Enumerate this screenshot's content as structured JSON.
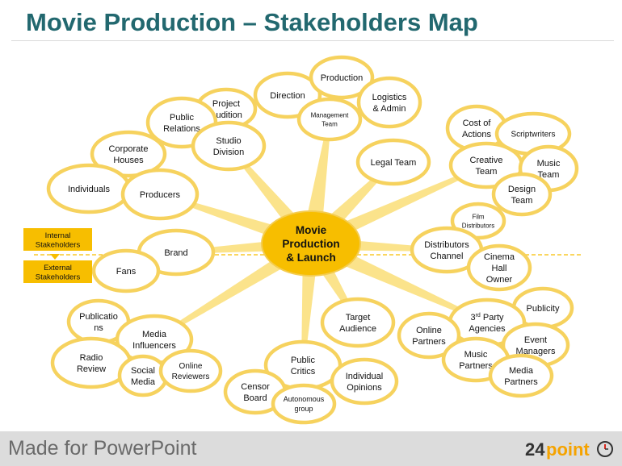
{
  "title": "Movie Production – Stakeholders Map",
  "footer": {
    "text": "Made for PowerPoint",
    "logo_number": "24",
    "logo_word": "point"
  },
  "colors": {
    "title": "#22686f",
    "oval_border": "#f6d25e",
    "spoke": "#fbe38b",
    "center_fill": "#f7be00",
    "label_box": "#f7be00",
    "divider": "#f7be00",
    "footer_bg": "#dcdcdc",
    "logo_orange": "#f5a300"
  },
  "center": {
    "lines": [
      "Movie",
      "Production",
      "& Launch"
    ]
  },
  "side_labels": {
    "internal": [
      "Internal",
      "Stakeholders"
    ],
    "external": [
      "External",
      "Stakeholders"
    ]
  },
  "nodes": {
    "direction": [
      "Direction"
    ],
    "production": [
      "Production"
    ],
    "logistics_admin": [
      "Logistics",
      "& Admin"
    ],
    "management_team": [
      "Management",
      "Team"
    ],
    "project_audition": [
      "Project",
      "Audition"
    ],
    "public_relations": [
      "Public",
      "Relations"
    ],
    "studio_division": [
      "Studio",
      "Division"
    ],
    "corporate_houses": [
      "Corporate",
      "Houses"
    ],
    "individuals": [
      "Individuals"
    ],
    "producers": [
      "Producers"
    ],
    "legal_team": [
      "Legal Team"
    ],
    "cost_of_actions": [
      "Cost of",
      "Actions"
    ],
    "scriptwriters": [
      "Scriptwriters"
    ],
    "creative_team": [
      "Creative",
      "Team"
    ],
    "music_team": [
      "Music",
      "Team"
    ],
    "design_team": [
      "Design",
      "Team"
    ],
    "film_distributors": [
      "Film",
      "Distributors"
    ],
    "distributors_channel": [
      "Distributors",
      "Channel"
    ],
    "cinema_hall_owner": [
      "Cinema",
      "Hall",
      "Owner"
    ],
    "brand": [
      "Brand"
    ],
    "fans": [
      "Fans"
    ],
    "publications": [
      "Publicatio",
      "ns"
    ],
    "media_influencers": [
      "Media",
      "Influencers"
    ],
    "radio_review": [
      "Radio",
      "Review"
    ],
    "social_media": [
      "Social",
      "Media"
    ],
    "online_reviewers": [
      "Online",
      "Reviewers"
    ],
    "public_critics": [
      "Public",
      "Critics"
    ],
    "individual_opinions": [
      "Individual",
      "Opinions"
    ],
    "censor_board": [
      "Censor",
      "Board"
    ],
    "autonomous_group": [
      "Autonomous",
      "group"
    ],
    "target_audience": [
      "Target",
      "Audience"
    ],
    "publicity": [
      "Publicity"
    ],
    "third_party_agencies": [
      "3rd Party",
      "Agencies"
    ],
    "online_partners": [
      "Online",
      "Partners"
    ],
    "event_managers": [
      "Event",
      "Managers"
    ],
    "music_partners": [
      "Music",
      "Partners"
    ],
    "media_partners": [
      "Media",
      "Partners"
    ]
  }
}
